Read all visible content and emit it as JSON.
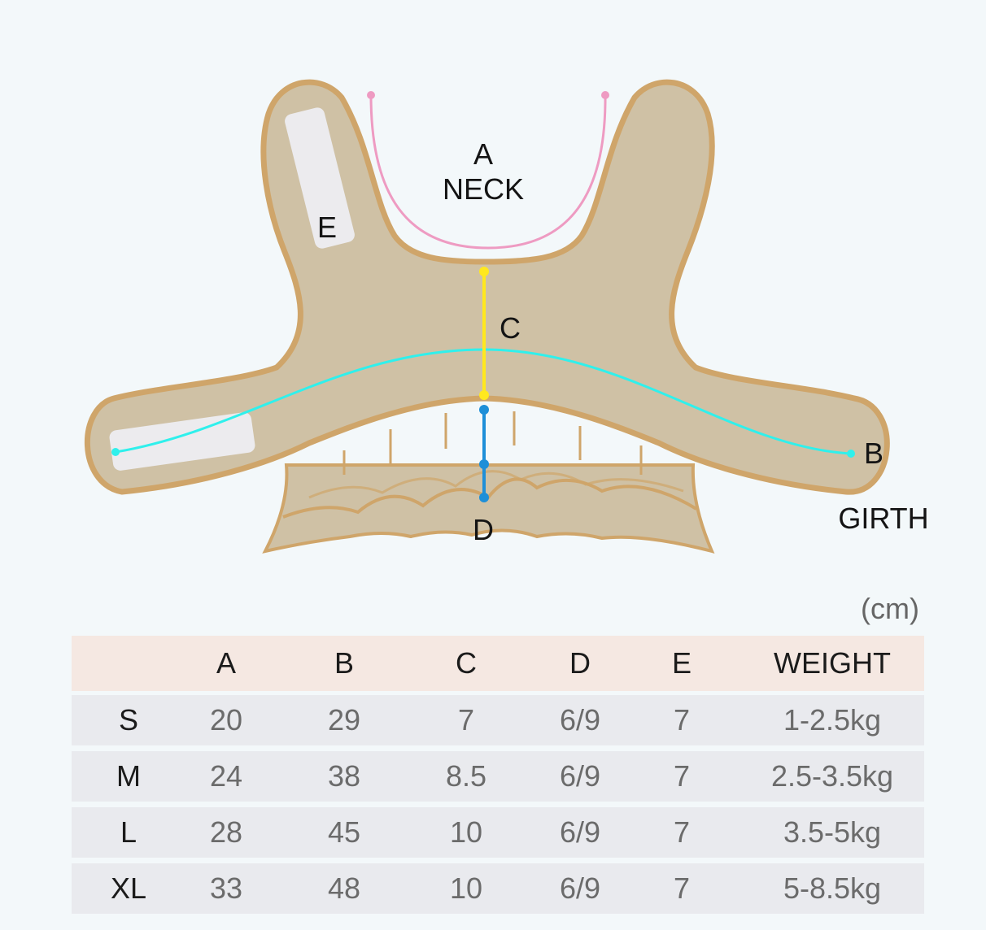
{
  "diagram": {
    "labels": {
      "a": "A",
      "neck": "NECK",
      "c": "C",
      "b": "B",
      "girth": "GIRTH",
      "d": "D",
      "e": "E"
    },
    "colors": {
      "body_fill": "#cfc1a5",
      "body_outline": "#cfa56a",
      "patch": "#ecebee",
      "neck_line": "#ee9bc2",
      "girth_line": "#2ff0ec",
      "c_line": "#ffe81e",
      "d_line": "#1e8fd8"
    }
  },
  "unit": "(cm)",
  "table": {
    "columns": [
      "",
      "A",
      "B",
      "C",
      "D",
      "E",
      "WEIGHT"
    ],
    "rows": [
      {
        "size": "S",
        "a": "20",
        "b": "29",
        "c": "7",
        "d": "6/9",
        "e": "7",
        "weight": "1-2.5kg"
      },
      {
        "size": "M",
        "a": "24",
        "b": "38",
        "c": "8.5",
        "d": "6/9",
        "e": "7",
        "weight": "2.5-3.5kg"
      },
      {
        "size": "L",
        "a": "28",
        "b": "45",
        "c": "10",
        "d": "6/9",
        "e": "7",
        "weight": "3.5-5kg"
      },
      {
        "size": "XL",
        "a": "33",
        "b": "48",
        "c": "10",
        "d": "6/9",
        "e": "7",
        "weight": "5-8.5kg"
      }
    ]
  }
}
